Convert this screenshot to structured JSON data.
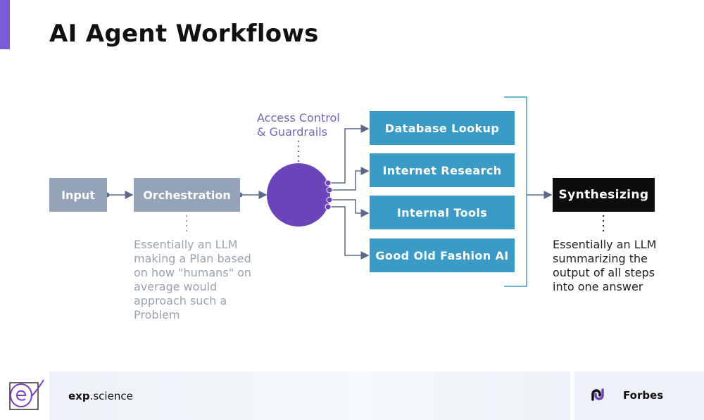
{
  "title": "AI Agent Workflows",
  "nodes": {
    "input": "Input",
    "orchestration": "Orchestration",
    "synthesizing": "Synthesizing"
  },
  "tools": [
    "Database Lookup",
    "Internet Research",
    "Internal Tools",
    "Good Old Fashion AI"
  ],
  "notes": {
    "access_control": [
      "Access Control",
      "& Guardrails"
    ],
    "orchestration": [
      "Essentially an LLM",
      "making a Plan based",
      "on how \"humans\" on",
      "average would",
      "approach such a",
      "Problem"
    ],
    "synthesizing": [
      "Essentially an LLM",
      "summarizing the",
      "output of all steps",
      "into one answer"
    ]
  },
  "footer": {
    "brand_bold": "exp",
    "brand_rest": ".science",
    "partner": "Forbes"
  },
  "colors": {
    "accent": "#7b5cd6",
    "router": "#6a44b8",
    "tool_box": "#3a9bc6",
    "grey_box": "#94a3b8",
    "synth_box": "#0d0d0d",
    "connector": "#5a6a88"
  }
}
